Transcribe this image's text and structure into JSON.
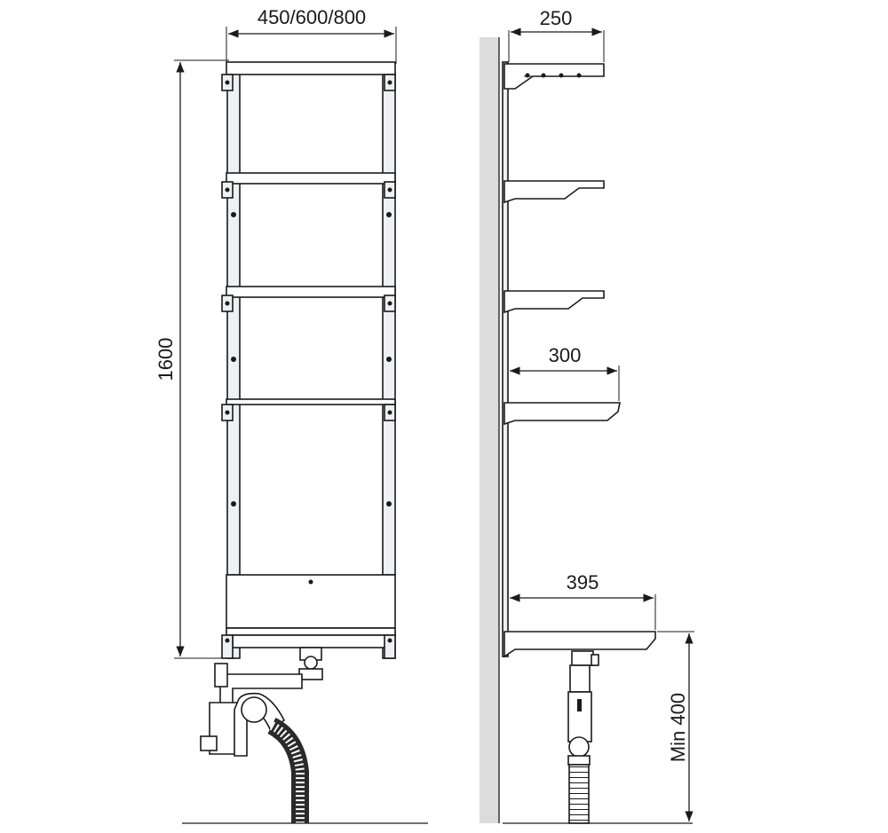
{
  "dimensions": {
    "front_width": "450/600/800",
    "front_height": "1600",
    "side_top_depth": "250",
    "side_mid_depth": "300",
    "side_bottom_depth": "395",
    "side_min_height": "Min 400"
  },
  "colors": {
    "line": "#1a1a1a",
    "part_fill": "#eef0f3",
    "wall": "#dcdcdc",
    "hose": "#2a2a2a"
  }
}
